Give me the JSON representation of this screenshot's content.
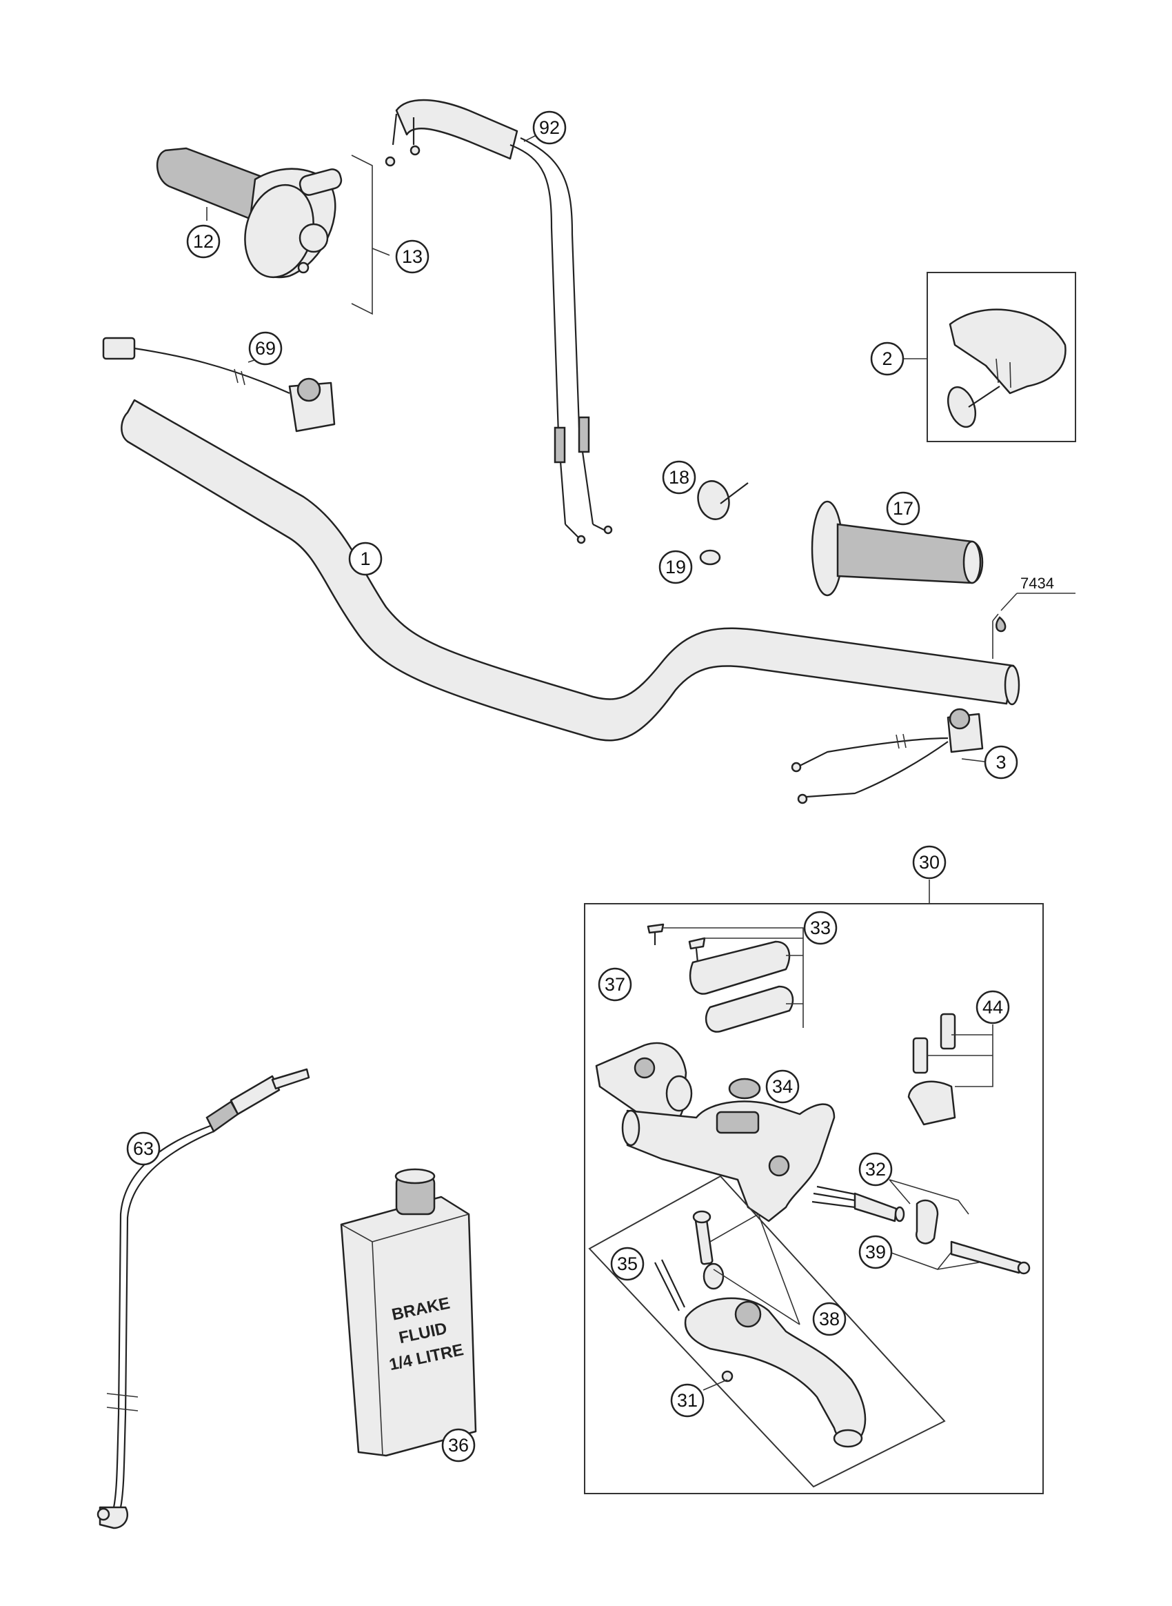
{
  "diagram": {
    "callouts": {
      "p1": "1",
      "p2": "2",
      "p3": "3",
      "p12": "12",
      "p13": "13",
      "p17": "17",
      "p18": "18",
      "p19": "19",
      "p30": "30",
      "p31": "31",
      "p32": "32",
      "p33": "33",
      "p34": "34",
      "p35": "35",
      "p36": "36",
      "p37": "37",
      "p38": "38",
      "p39": "39",
      "p44": "44",
      "p63": "63",
      "p69": "69",
      "p92": "92"
    },
    "adhesive_code": "7434",
    "bottle_label": {
      "line1": "BRAKE",
      "line2": "FLUID",
      "line3": "1/4 LITRE"
    }
  }
}
